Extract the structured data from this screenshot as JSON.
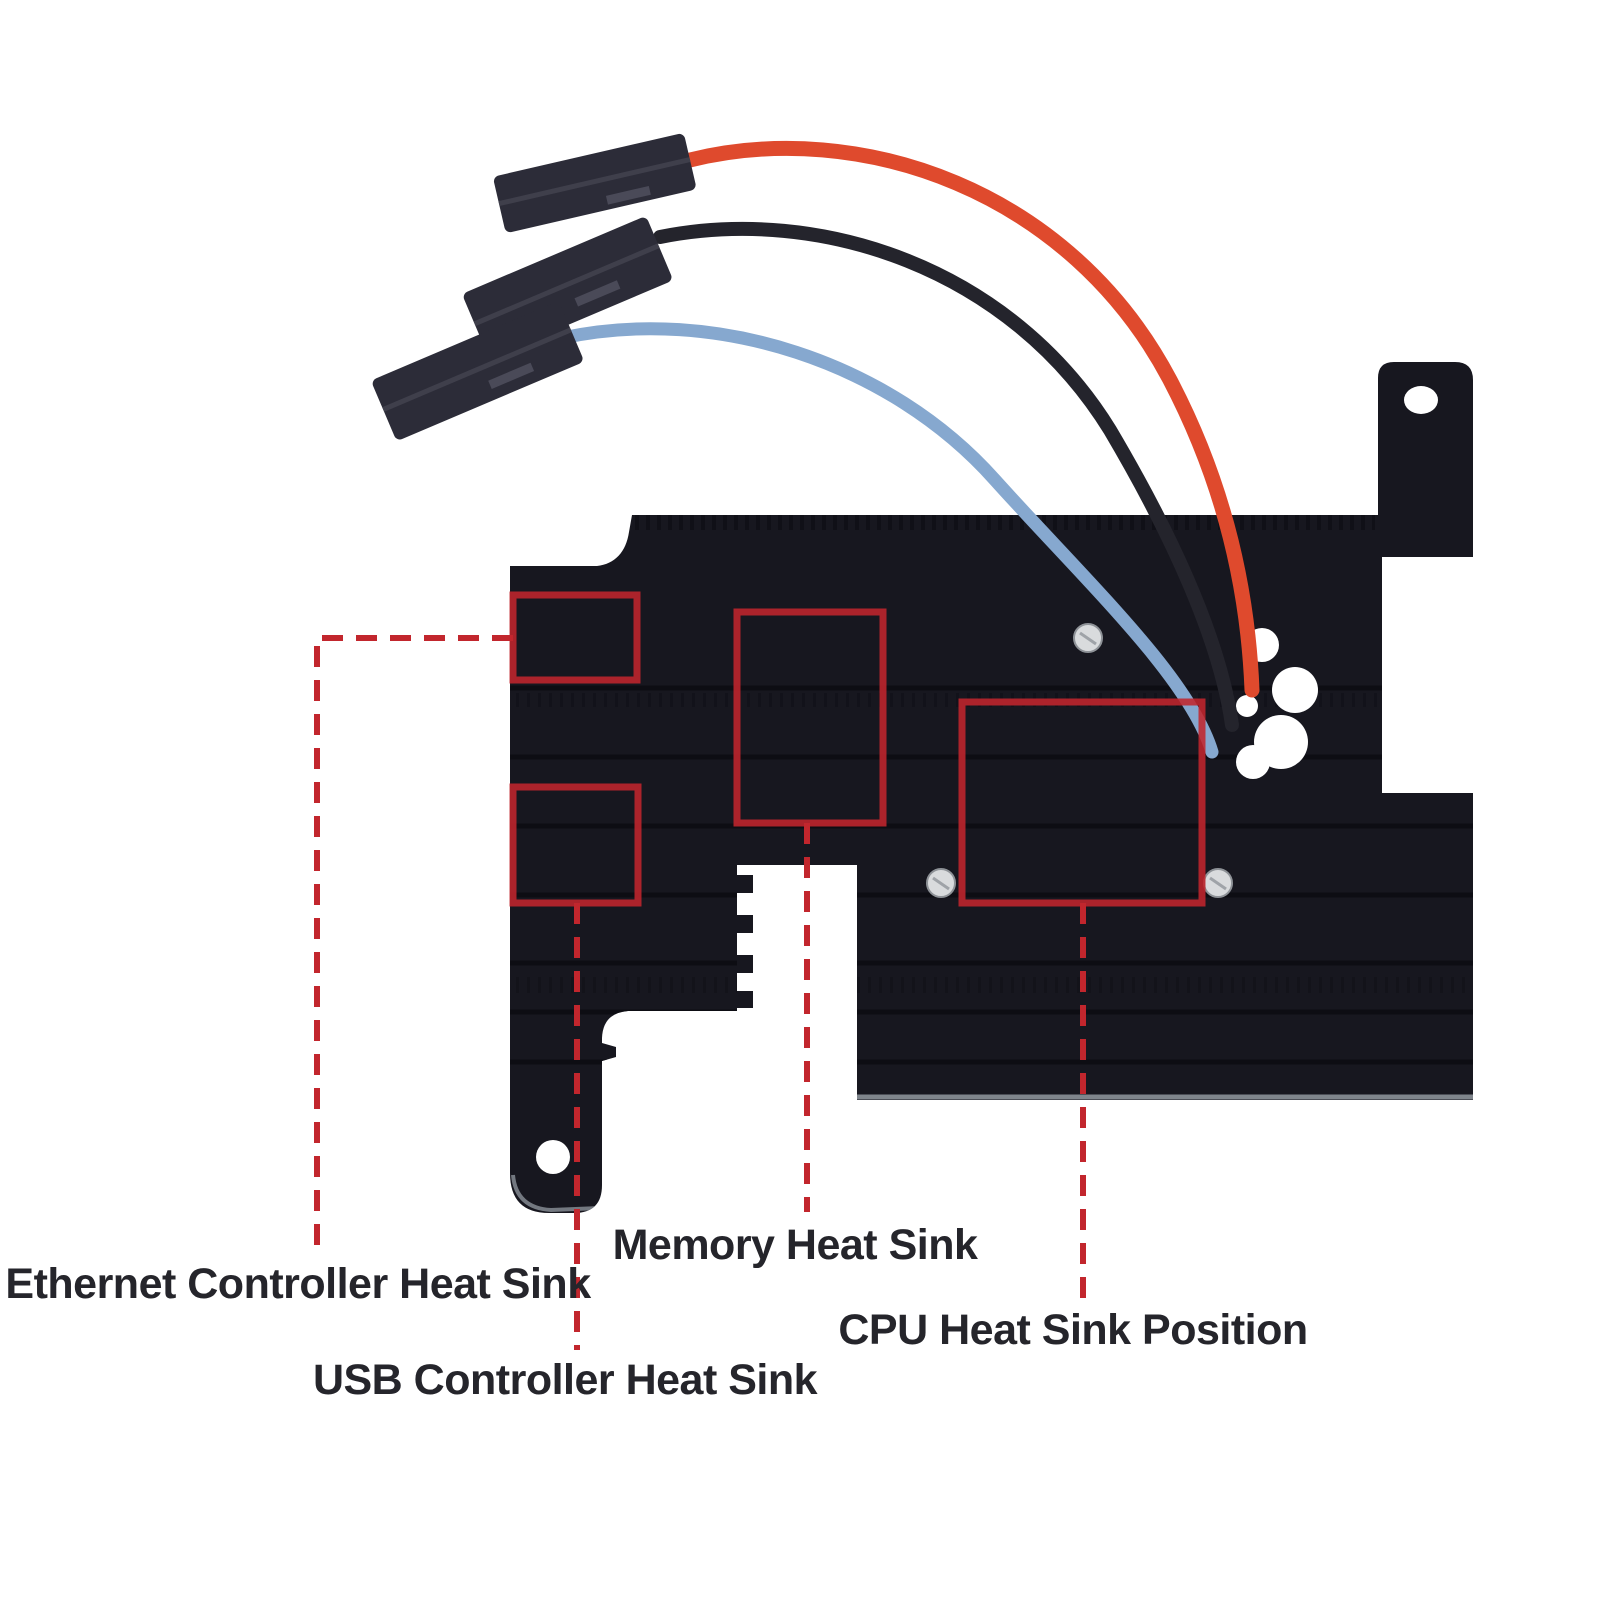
{
  "title": "Heat sink plate annotated product diagram",
  "background": "#ffffff",
  "plate": {
    "color": "#17171f",
    "fin_color": "#0c0c12",
    "edge_highlight": "#8b9198",
    "screw_color": "#d9dbdd",
    "connector_color": "#2c2c38",
    "connector_slot_color": "#4a4a58"
  },
  "annotations": {
    "accent_color": "#c2262d",
    "label_color": "#25252b",
    "ethernet": {
      "label": "Ethernet Controller Heat Sink"
    },
    "usb": {
      "label": "USB Controller Heat Sink"
    },
    "memory": {
      "label": "Memory Heat Sink"
    },
    "cpu": {
      "label": "CPU Heat Sink Position"
    }
  },
  "wires": {
    "red": "#df4a2d",
    "black": "#24242c",
    "blue": "#86a8cf"
  }
}
